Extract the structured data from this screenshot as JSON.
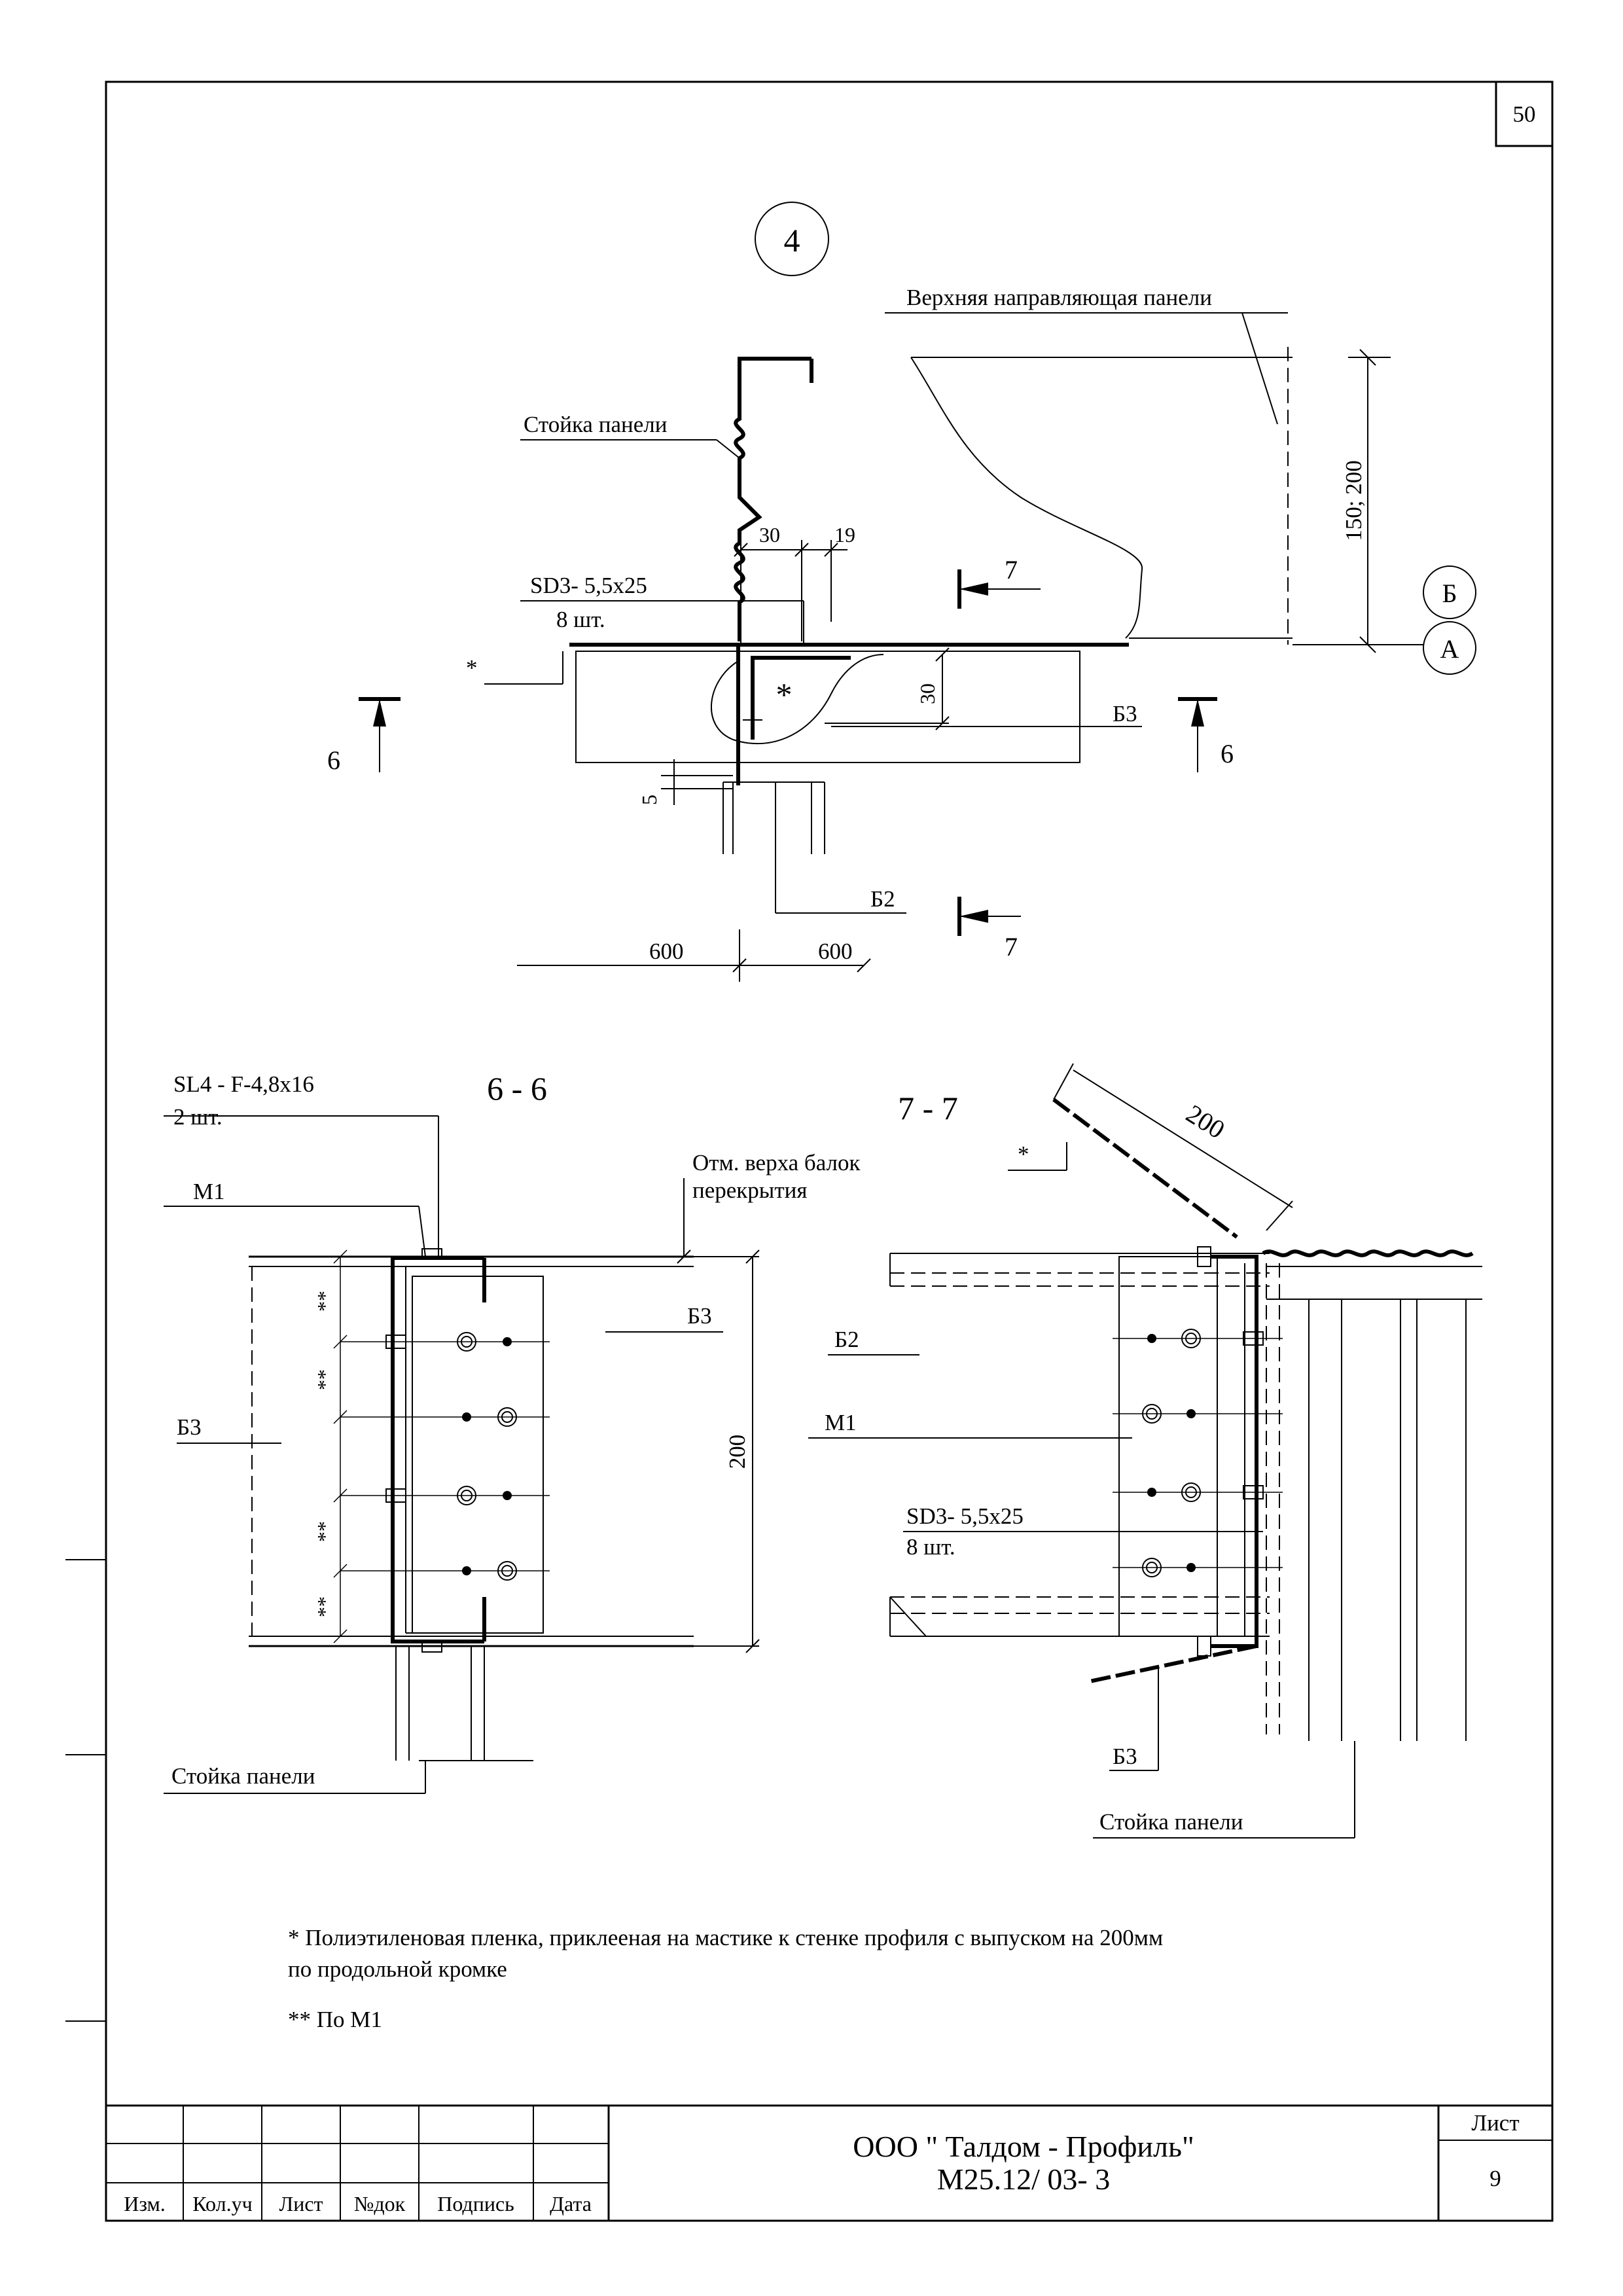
{
  "sheet": {
    "page_number": "50"
  },
  "detail4": {
    "number": "4",
    "top_guide": "Верхняя направляющая панели",
    "panel_post": "Стойка  панели",
    "screw": "SD3- 5,5x25",
    "screw_qty": "8 шт.",
    "star": "*",
    "dim_30a": "30",
    "dim_19": "19",
    "dim_30b": "30",
    "dim_5": "5",
    "dim_height": "150; 200",
    "dim_600a": "600",
    "dim_600b": "600",
    "axis_b": "Б",
    "axis_a": "А",
    "b3": "Б3",
    "b2": "Б2",
    "section6": "6",
    "section7": "7"
  },
  "section66": {
    "title": "6  -  6",
    "screw": "SL4 - F-4,8x16",
    "screw_qty": "2 шт.",
    "m1": "М1",
    "beam_top_1": "Отм. верха балок",
    "beam_top_2": "перекрытия",
    "b3": "Б3",
    "dim_200": "200",
    "dstar": "**",
    "panel_post": "Стойка  панели"
  },
  "section77": {
    "title": "7  -  7",
    "dim_200": "200",
    "star": "*",
    "b2": "Б2",
    "m1": "М1",
    "screw": "SD3- 5,5x25",
    "screw_qty": "8 шт.",
    "b3": "Б3",
    "panel_post": "Стойка  панели"
  },
  "notes": {
    "note1_line1": "* Полиэтиленовая пленка, приклееная на мастике к стенке профиля с выпуском на 200мм",
    "note1_line2": "по  продольной кромке",
    "note2": "** По М1"
  },
  "title_block": {
    "izm": "Изм.",
    "kol_uch": "Кол.уч",
    "list": "Лист",
    "ndok": "№док",
    "podpis": "Подпись",
    "data": "Дата",
    "company": "ООО \" Талдом - Профиль\"",
    "doc_code": "М25.12/ 03- 3",
    "sheet_label": "Лист",
    "sheet_number": "9"
  }
}
